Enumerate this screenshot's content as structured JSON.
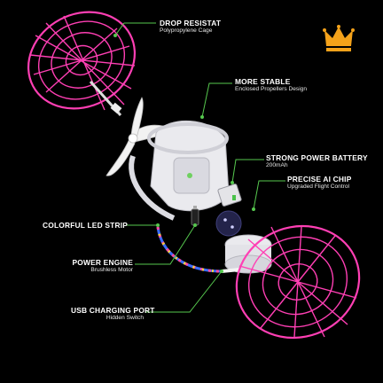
{
  "features": [
    {
      "id": "drop",
      "title": "DROP RESISTAT",
      "subtitle": "Polypropylene Cage"
    },
    {
      "id": "stable",
      "title": "MORE STABLE",
      "subtitle": "Enclosed Propellers Design"
    },
    {
      "id": "battery",
      "title": "STRONG POWER BATTERY",
      "subtitle": "200mAh"
    },
    {
      "id": "chip",
      "title": "PRECISE AI CHIP",
      "subtitle": "Upgraded Flight Control"
    },
    {
      "id": "led",
      "title": "COLORFUL LED STRIP",
      "subtitle": ""
    },
    {
      "id": "engine",
      "title": "POWER ENGINE",
      "subtitle": "Brushless Motor"
    },
    {
      "id": "usb",
      "title": "USB CHARGING PORT",
      "subtitle": "Hidden Switch"
    }
  ],
  "colors": {
    "background": "#000000",
    "cage": "#ff3fb4",
    "leader": "#56c84e",
    "crown": "#f4a21a",
    "body": "#e9e9ee"
  },
  "icons": {
    "badge": "crown-icon"
  }
}
